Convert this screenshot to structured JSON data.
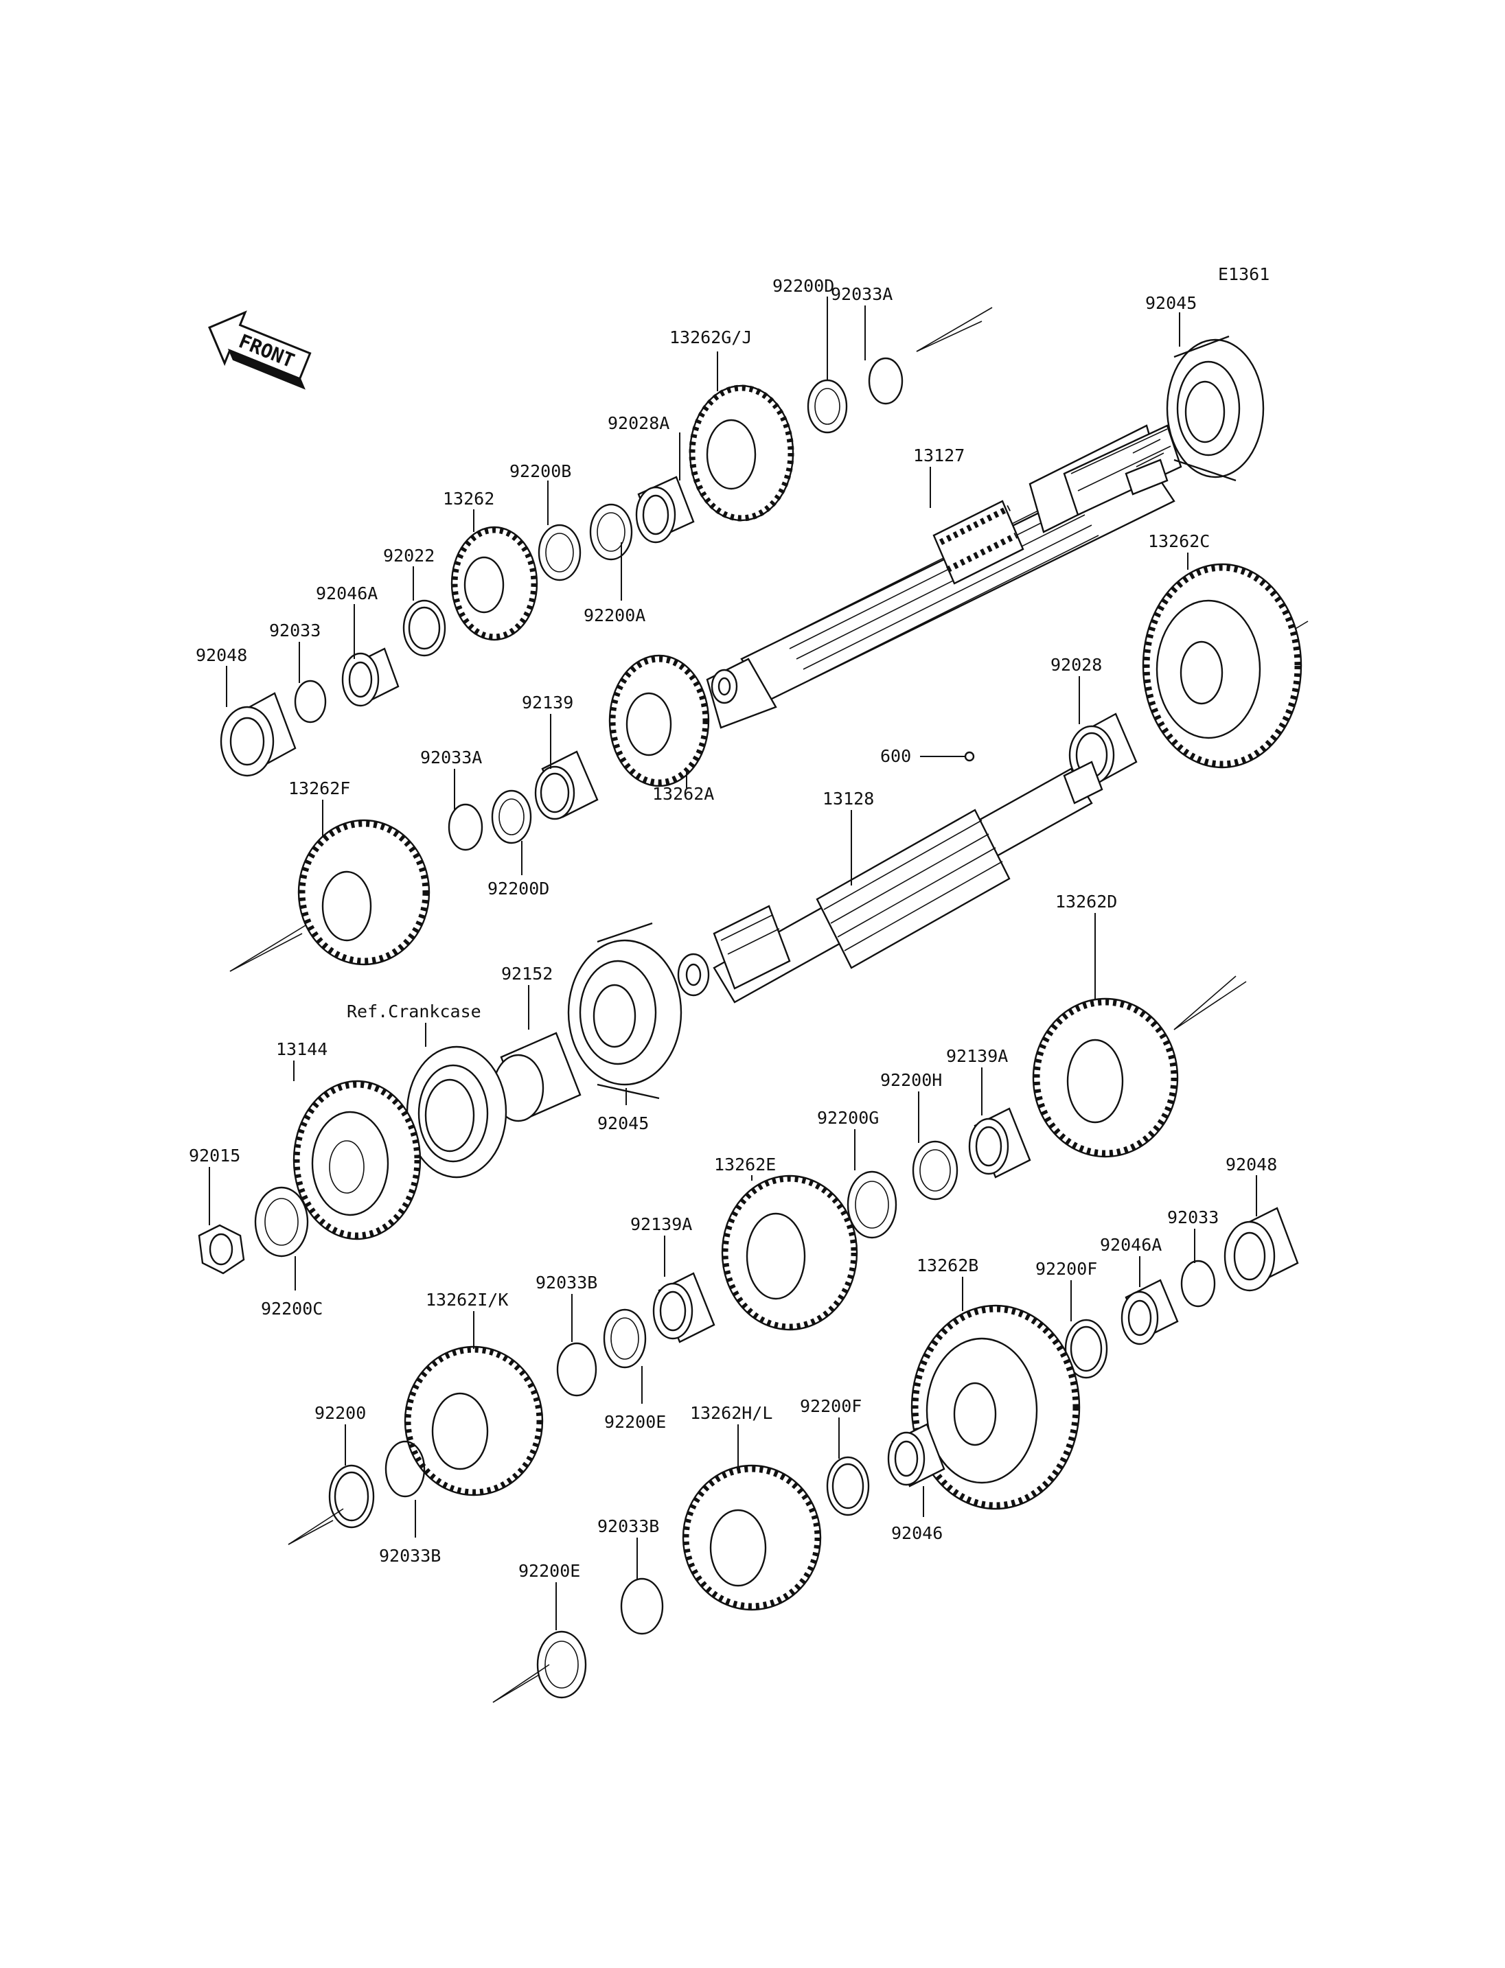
{
  "diagram": {
    "drawing_code": "E1361",
    "front_label": "FRONT",
    "callouts": [
      {
        "id": "c-13262gj",
        "text": "13262G/J"
      },
      {
        "id": "c-92200d-top",
        "text": "92200D"
      },
      {
        "id": "c-92033a-top",
        "text": "92033A"
      },
      {
        "id": "c-92045-top",
        "text": "92045"
      },
      {
        "id": "c-92028a",
        "text": "92028A"
      },
      {
        "id": "c-92200b",
        "text": "92200B"
      },
      {
        "id": "c-13262",
        "text": "13262"
      },
      {
        "id": "c-92022",
        "text": "92022"
      },
      {
        "id": "c-92046a-top",
        "text": "92046A"
      },
      {
        "id": "c-92033-top",
        "text": "92033"
      },
      {
        "id": "c-92048-top",
        "text": "92048"
      },
      {
        "id": "c-92200a",
        "text": "92200A"
      },
      {
        "id": "c-13127",
        "text": "13127"
      },
      {
        "id": "c-13262c",
        "text": "13262C"
      },
      {
        "id": "c-92028",
        "text": "92028"
      },
      {
        "id": "c-92139",
        "text": "92139"
      },
      {
        "id": "c-92033a-mid",
        "text": "92033A"
      },
      {
        "id": "c-13262f",
        "text": "13262F"
      },
      {
        "id": "c-92200d-mid",
        "text": "92200D"
      },
      {
        "id": "c-13262a",
        "text": "13262A"
      },
      {
        "id": "c-600",
        "text": "600"
      },
      {
        "id": "c-13128",
        "text": "13128"
      },
      {
        "id": "c-13262d",
        "text": "13262D"
      },
      {
        "id": "c-92152",
        "text": "92152"
      },
      {
        "id": "c-ref-crankcase",
        "text": "Ref.Crankcase"
      },
      {
        "id": "c-13144",
        "text": "13144"
      },
      {
        "id": "c-92045-mid",
        "text": "92045"
      },
      {
        "id": "c-92139a-right",
        "text": "92139A"
      },
      {
        "id": "c-92200h",
        "text": "92200H"
      },
      {
        "id": "c-92200g",
        "text": "92200G"
      },
      {
        "id": "c-13262e",
        "text": "13262E"
      },
      {
        "id": "c-92015",
        "text": "92015"
      },
      {
        "id": "c-92200c",
        "text": "92200C"
      },
      {
        "id": "c-92048-right",
        "text": "92048"
      },
      {
        "id": "c-92033-right",
        "text": "92033"
      },
      {
        "id": "c-92046a-right",
        "text": "92046A"
      },
      {
        "id": "c-92200f-right",
        "text": "92200F"
      },
      {
        "id": "c-92139a-left",
        "text": "92139A"
      },
      {
        "id": "c-13262b",
        "text": "13262B"
      },
      {
        "id": "c-13262ik",
        "text": "13262I/K"
      },
      {
        "id": "c-92033b-top",
        "text": "92033B"
      },
      {
        "id": "c-92200e-mid",
        "text": "92200E"
      },
      {
        "id": "c-92200",
        "text": "92200"
      },
      {
        "id": "c-92033b-left",
        "text": "92033B"
      },
      {
        "id": "c-13262hl",
        "text": "13262H/L"
      },
      {
        "id": "c-92200f-low",
        "text": "92200F"
      },
      {
        "id": "c-92046",
        "text": "92046"
      },
      {
        "id": "c-92033b-low",
        "text": "92033B"
      },
      {
        "id": "c-92200e-low",
        "text": "92200E"
      }
    ]
  }
}
